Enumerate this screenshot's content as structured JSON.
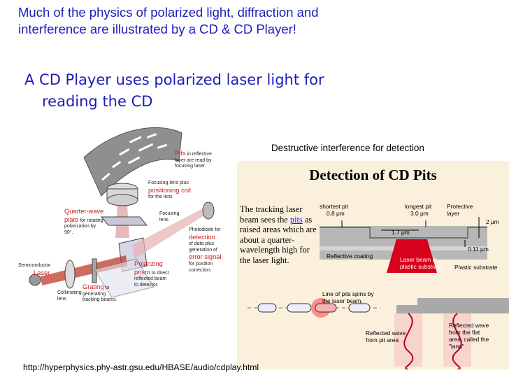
{
  "slide": {
    "title_line1": "Much of the physics of polarized light, diffraction and",
    "title_line2": "interference are illustrated by a CD & CD Player!",
    "bullet_line1": "A CD Player uses polarized laser light for",
    "bullet_line2": "reading the CD",
    "caption": "Destructive interference for detection",
    "source_url": "http://hyperphysics.phy-astr.gsu.edu/HBASE/audio/cdplay.html"
  },
  "player_diagram": {
    "pits": "Pits",
    "pits_rest1": "in reflective",
    "pits_rest2": "layer are read by",
    "pits_rest3": "focusing laser.",
    "focus_pre": "Focusing lens plus",
    "positioning_coil": "positioning coil",
    "focus_post": "for the lens",
    "focusing_lens": "Focusing\nlens",
    "quarter_wave1": "Quarter-wave",
    "quarter_wave2": "plate",
    "quarter_wave_rest1": "for rotating",
    "quarter_wave_rest2": "polarization by",
    "quarter_wave_rest3": "90°.",
    "photodiode": "Photodiode for",
    "detection": "detection",
    "detection_rest": "of data plus\ngeneration of",
    "error_signal": "error signal",
    "error_rest": "for position\ncorrection.",
    "semiconductor": "Semiconductor",
    "laser": "Laser",
    "polarizing1": "Polarizing",
    "polarizing2": "prism",
    "polarizing_rest": "to direct\nreflected beam\nto detector.",
    "grating": "Grating",
    "grating_rest": "to\ngenerating\ntracking beams.",
    "collimating": "Collimating\nlens"
  },
  "detection_panel": {
    "title": "Detection of CD Pits",
    "desc_a": "The tracking laser beam sees the",
    "desc_pits": "pits",
    "desc_b": "as raised areas which are about a quarter-wavelength high for the laser light.",
    "shortest_pit": "shortest pit",
    "shortest_val": "0.8 μm",
    "longest_pit": "longest pit",
    "longest_val": "3.0 μm",
    "protective_layer": "Protective\nlayer",
    "dim_2um": "2 μm",
    "dim_17": "1.7 μm",
    "dim_011": "0.11 μm",
    "reflective_coating": "Reflective coating",
    "laser_beam": "Laser beam in\nplastic substrate",
    "plastic_substrate": "Plastic substrate",
    "line_of_pits": "Line of pits spins by\nthe laser beam.",
    "reflected_pit": "Reflected wave\nfrom pit area",
    "reflected_flat": "Reflected wave\nfrom the flat\narea, called the\n\"land\""
  },
  "colors": {
    "title_blue": "#1d1dbb",
    "red_label": "#d11a1a",
    "panel_bg": "#fbf0dc",
    "laser_red": "#d9001b"
  }
}
